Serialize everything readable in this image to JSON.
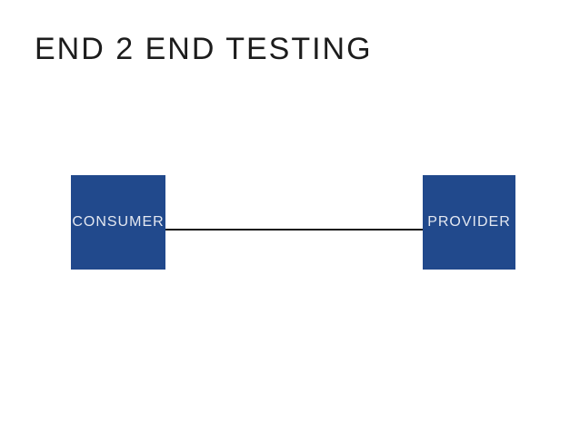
{
  "slide": {
    "title": "END 2 END TESTING"
  },
  "diagram": {
    "nodes": [
      {
        "id": "consumer",
        "label": "CONSUMER"
      },
      {
        "id": "provider",
        "label": "PROVIDER"
      }
    ],
    "connection": {
      "from": "consumer",
      "to": "provider",
      "style": "solid-line"
    }
  },
  "colors": {
    "background": "#FFFFFF",
    "title_text": "#1C1C1C",
    "node_fill": "#21498C",
    "node_label_text": "#E4E8F1",
    "connector_line": "#141414"
  }
}
